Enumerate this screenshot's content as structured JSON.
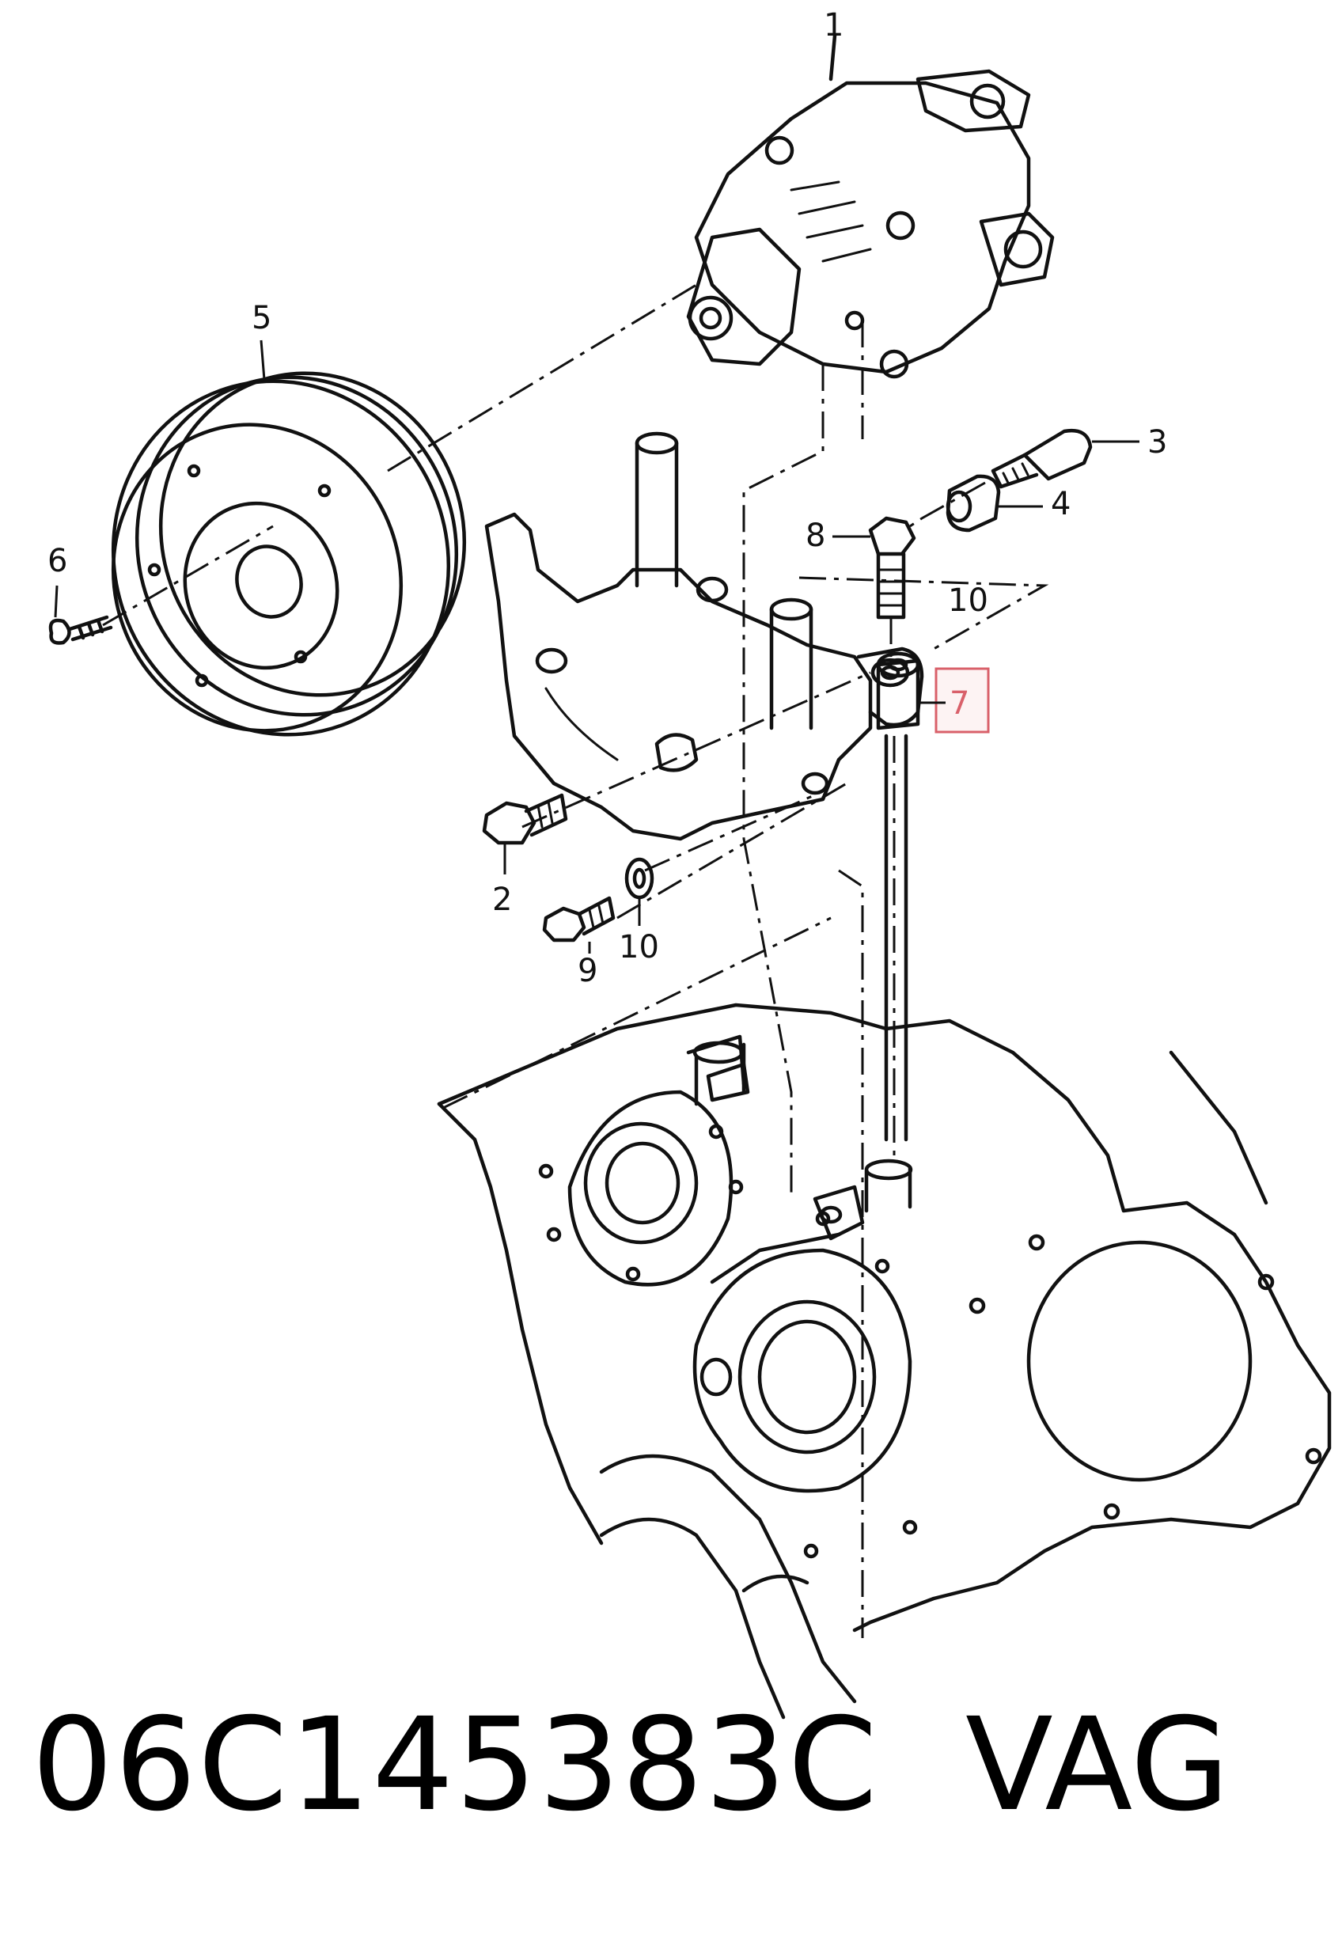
{
  "callouts": [
    {
      "id": "c1",
      "text": "1"
    },
    {
      "id": "c2",
      "text": "2"
    },
    {
      "id": "c3",
      "text": "3"
    },
    {
      "id": "c4",
      "text": "4"
    },
    {
      "id": "c5",
      "text": "5"
    },
    {
      "id": "c6",
      "text": "6"
    },
    {
      "id": "c7",
      "text": "7",
      "highlighted": true
    },
    {
      "id": "c8",
      "text": "8"
    },
    {
      "id": "c9",
      "text": "9"
    },
    {
      "id": "c10a",
      "text": "10"
    },
    {
      "id": "c10b",
      "text": "10"
    }
  ],
  "caption": {
    "part_number": "06C145383C",
    "brand": "VAG"
  },
  "colors": {
    "line": "#111111",
    "highlight": "#d9606a"
  }
}
